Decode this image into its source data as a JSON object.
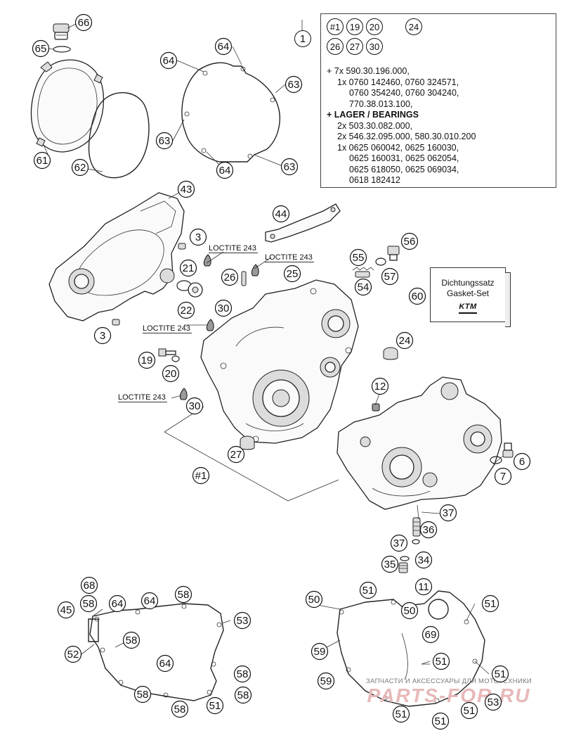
{
  "legend": {
    "title_id": "1",
    "ids": [
      "#1",
      "19",
      "20",
      "24",
      "26",
      "27",
      "30"
    ],
    "lines": [
      {
        "text": "+ 7x 590.30.196.000,",
        "style": "plain"
      },
      {
        "text": "1x 0760 142460, 0760 324571,",
        "style": "indent1"
      },
      {
        "text": "0760 354240, 0760 304240,",
        "style": "indent2"
      },
      {
        "text": "770.38.013.100,",
        "style": "indent2"
      },
      {
        "text": "+ LAGER / BEARINGS",
        "style": "bold"
      },
      {
        "text": "2x 503.30.082.000,",
        "style": "indent1"
      },
      {
        "text": "2x 546.32.095.000, 580.30.010.200",
        "style": "indent1"
      },
      {
        "text": "1x 0625 060042, 0625 160030,",
        "style": "indent1"
      },
      {
        "text": "0625 160031, 0625 062054,",
        "style": "indent2"
      },
      {
        "text": "0625 618050, 0625 069034,",
        "style": "indent2"
      },
      {
        "text": "0618 182412",
        "style": "indent2"
      }
    ]
  },
  "gasket_set": {
    "line1": "Dichtungssatz",
    "line2": "Gasket-Set",
    "logo": "KTM"
  },
  "loctite_labels": [
    "LOCTITE 243",
    "LOCTITE 243",
    "LOCTITE 243",
    "LOCTITE 243"
  ],
  "callouts": [
    "66",
    "65",
    "64",
    "64",
    "63",
    "63",
    "64",
    "63",
    "61",
    "62",
    "43",
    "44",
    "3",
    "56",
    "55",
    "57",
    "54",
    "60",
    "21",
    "26",
    "25",
    "22",
    "30",
    "3",
    "24",
    "19",
    "20",
    "12",
    "30",
    "27",
    "#1",
    "6",
    "7",
    "37",
    "36",
    "37",
    "34",
    "35",
    "68",
    "64",
    "58",
    "45",
    "58",
    "64",
    "53",
    "52",
    "58",
    "64",
    "58",
    "58",
    "58",
    "58",
    "51",
    "50",
    "51",
    "11",
    "51",
    "50",
    "69",
    "59",
    "51",
    "59",
    "51",
    "53",
    "51",
    "51",
    "51"
  ],
  "watermark": {
    "top": "ЗАПЧАСТИ И АКСЕССУАРЫ ДЛЯ МОТОТЕХНИКИ",
    "logo": "PARTS-FOR.RU"
  },
  "colors": {
    "line": "#222222",
    "background": "#ffffff",
    "watermark": "#e7b9b9"
  }
}
